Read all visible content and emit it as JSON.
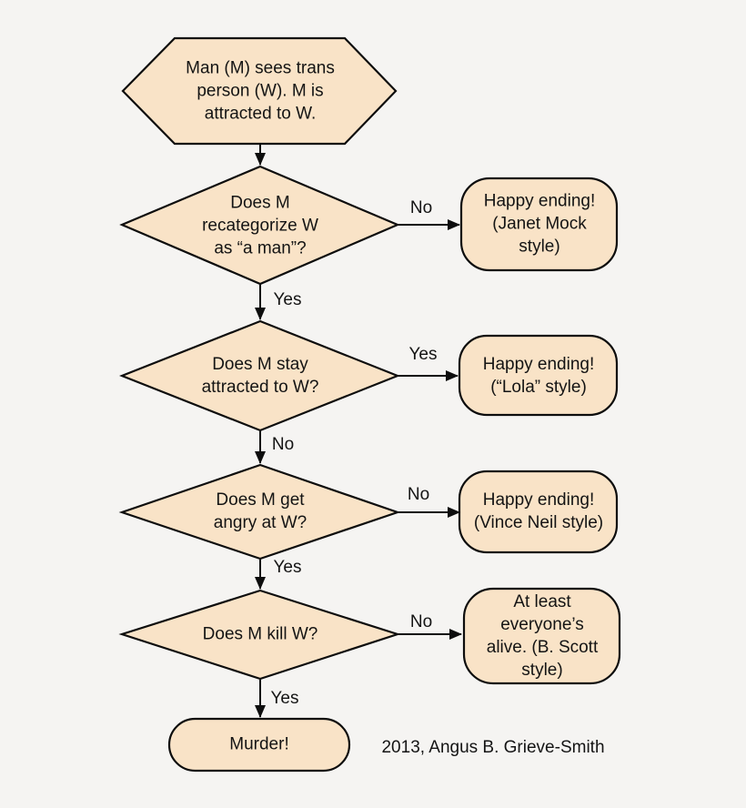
{
  "colors": {
    "background": "#f5f4f2",
    "node_fill": "#f9e3c7",
    "node_stroke": "#0d0d0d",
    "text": "#141414"
  },
  "flowchart": {
    "start": {
      "label": "Man (M) sees trans\nperson (W). M is\nattracted to W."
    },
    "decisions": [
      {
        "question": "Does M\nrecategorize W\nas “a man”?",
        "side_label": "No",
        "side_outcome": "Happy ending!\n(Janet Mock\nstyle)",
        "down_label": "Yes"
      },
      {
        "question": "Does M stay\nattracted to W?",
        "side_label": "Yes",
        "side_outcome": "Happy ending!\n(“Lola” style)",
        "down_label": "No"
      },
      {
        "question": "Does M get\nangry at W?",
        "side_label": "No",
        "side_outcome": "Happy ending!\n(Vince Neil style)",
        "down_label": "Yes"
      },
      {
        "question": "Does M kill W?",
        "side_label": "No",
        "side_outcome": "At least\neveryone’s\nalive. (B. Scott\nstyle)",
        "down_label": "Yes"
      }
    ],
    "end": {
      "label": "Murder!"
    },
    "credit": "2013, Angus B. Grieve-Smith"
  }
}
